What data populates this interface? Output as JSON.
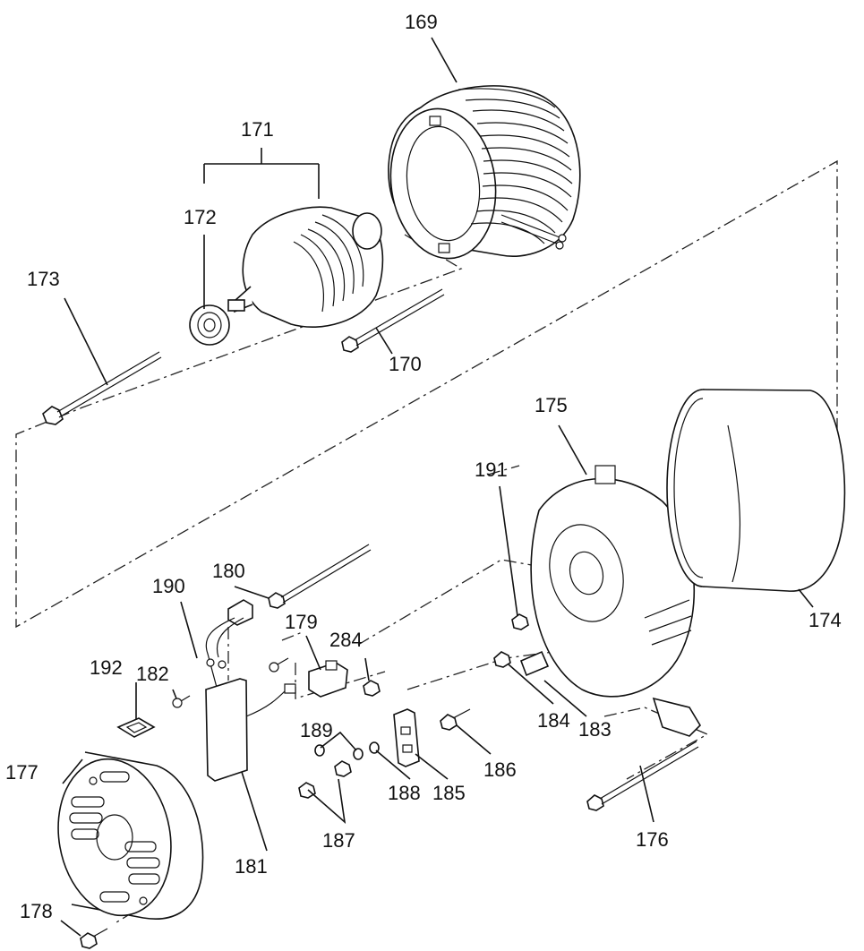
{
  "labels": {
    "p169": "169",
    "p171": "171",
    "p172": "172",
    "p173": "173",
    "p170": "170",
    "p175": "175",
    "p191": "191",
    "p174": "174",
    "p180": "180",
    "p190": "190",
    "p179": "179",
    "p284": "284",
    "p182": "182",
    "p192": "192",
    "p189": "189",
    "p183": "183",
    "p184": "184",
    "p186": "186",
    "p177": "177",
    "p188": "188",
    "p185": "185",
    "p187": "187",
    "p181": "181",
    "p176": "176",
    "p178": "178"
  }
}
